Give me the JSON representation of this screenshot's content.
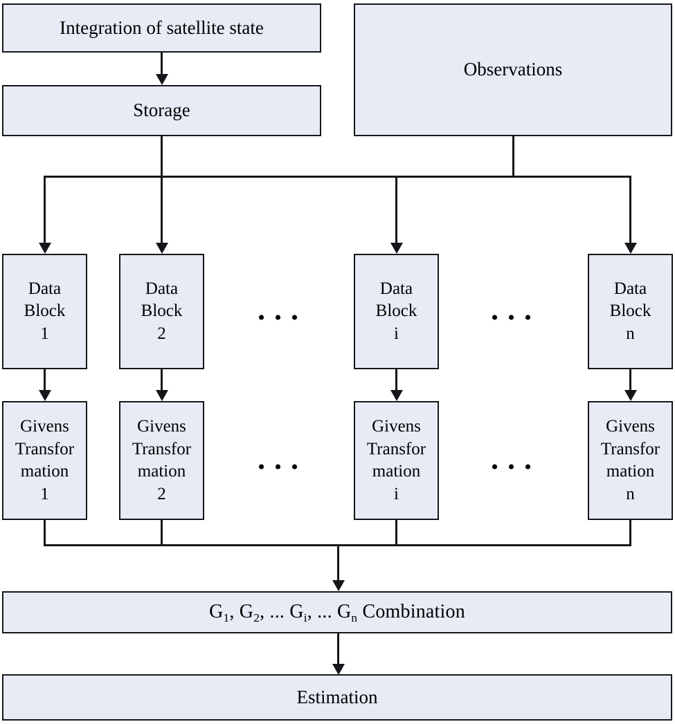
{
  "diagram": {
    "title": "Parallel Givens-transformation batch estimation flowchart",
    "style": {
      "node_fill": "#e7ebf5",
      "node_border": "#15161a",
      "connector": "#15161a",
      "background": "#ffffff"
    },
    "ellipsis_glyph": "• • •"
  },
  "nodes": {
    "integration": {
      "label": "Integration of satellite state"
    },
    "storage": {
      "label": "Storage"
    },
    "observations": {
      "label": "Observations"
    },
    "combination": {
      "prefix": "G",
      "sub1": "1",
      "sep1": ", G",
      "sub2": "2",
      "sep2": ", ... G",
      "sub3": "i",
      "sep3": ", ... G",
      "sub4": "n",
      "suffix": " Combination",
      "plain": "G1, G2, ... Gi, ... Gn Combination"
    },
    "estimation": {
      "label": "Estimation"
    }
  },
  "columns": [
    {
      "index": "1",
      "data_block": "Data\nBlock\n1",
      "givens": "Givens\nTransfor\nmation\n1"
    },
    {
      "index": "2",
      "data_block": "Data\nBlock\n2",
      "givens": "Givens\nTransfor\nmation\n2"
    },
    {
      "index": "i",
      "data_block": "Data\nBlock\ni",
      "givens": "Givens\nTransfor\nmation\ni"
    },
    {
      "index": "n",
      "data_block": "Data\nBlock\nn",
      "givens": "Givens\nTransfor\nmation\nn"
    }
  ],
  "ellipses": {
    "data_block_left": "• • •",
    "data_block_right": "• • •",
    "givens_left": "• • •",
    "givens_right": "• • •"
  }
}
